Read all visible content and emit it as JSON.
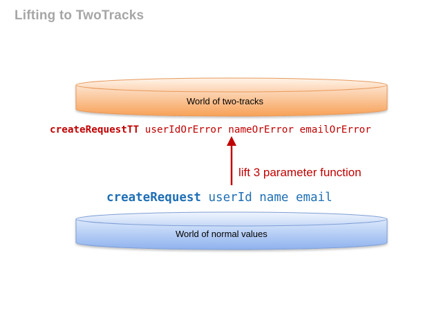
{
  "slide": {
    "title": "Lifting to TwoTracks"
  },
  "top_cylinder": {
    "label": "World of two-tracks",
    "color_top": "#fde3cf",
    "color_bottom": "#f7a157"
  },
  "bottom_cylinder": {
    "label": "World of normal values",
    "color_top": "#dbe8fb",
    "color_bottom": "#8fb2ee"
  },
  "code_two_track": {
    "function_name": "createRequestTT",
    "arguments": "userIdOrError nameOrError emailOrError",
    "color": "#c00000"
  },
  "code_normal": {
    "function_name": "createRequest",
    "arguments": "userId name email",
    "color": "#1f6fb5"
  },
  "arrow": {
    "label": "lift 3 parameter function",
    "direction": "up",
    "color": "#c00000"
  }
}
